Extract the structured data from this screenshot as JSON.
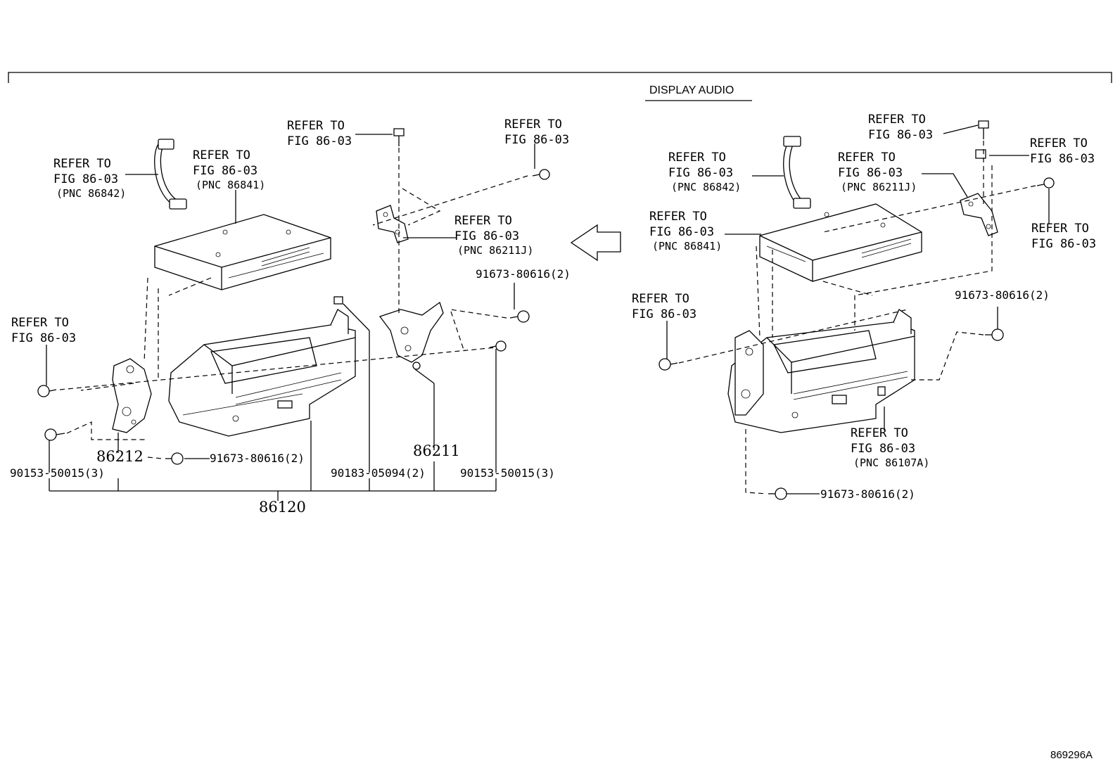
{
  "header": {
    "section_label": "DISPLAY AUDIO"
  },
  "figure_number": "869296A",
  "left": {
    "refer_radio_top": [
      "REFER TO",
      "FIG 86-03"
    ],
    "refer_wire": [
      "REFER TO",
      "FIG 86-03",
      "(PNC 86842)"
    ],
    "refer_module": [
      "REFER TO",
      "FIG 86-03",
      "(PNC 86841)"
    ],
    "refer_bolt_top_right": [
      "REFER TO",
      "FIG 86-03"
    ],
    "refer_bracket": [
      "REFER TO",
      "FIG 86-03",
      "(PNC 86211J)"
    ],
    "refer_left_bolt": [
      "REFER TO",
      "FIG 86-03"
    ],
    "screw_right_upper": "91673-80616(2)",
    "screw_bottom": "91673-80616(2)",
    "part_86212": "86212",
    "part_86211": "86211",
    "part_86120": "86120",
    "bolt_left": "90153-50015(3)",
    "clip_mid": "90183-05094(2)",
    "bolt_right": "90153-50015(3)"
  },
  "right": {
    "refer_top": [
      "REFER TO",
      "FIG 86-03"
    ],
    "refer_top_right": [
      "REFER TO",
      "FIG 86-03"
    ],
    "refer_wire": [
      "REFER TO",
      "FIG 86-03",
      "(PNC 86842)"
    ],
    "refer_bracket": [
      "REFER TO",
      "FIG 86-03",
      "(PNC 86211J)"
    ],
    "refer_module": [
      "REFER TO",
      "FIG 86-03",
      "(PNC 86841)"
    ],
    "refer_right_bolt": [
      "REFER TO",
      "FIG 86-03"
    ],
    "refer_left_bolt": [
      "REFER TO",
      "FIG 86-03"
    ],
    "screw_right": "91673-80616(2)",
    "refer_unit": [
      "REFER TO",
      "FIG 86-03",
      "(PNC 86107A)"
    ],
    "screw_bottom": "91673-80616(2)"
  }
}
